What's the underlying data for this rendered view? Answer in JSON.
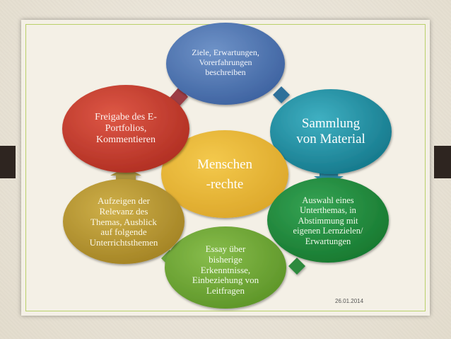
{
  "colors": {
    "blue": "#4d73ad",
    "teal": "#1f8da0",
    "center": "#e7b533",
    "green": "#1f8a3c",
    "lightgreen": "#6ea433",
    "gold": "#b7962f",
    "red": "#c43a2c",
    "arrow_blue": "#2f6f9a",
    "arrow_teal": "#2a86a0",
    "arrow_green": "#2d8a3c",
    "arrow_lgreen": "#69a33a",
    "arrow_gold": "#a7903c",
    "arrow_red": "#9c3c44",
    "frame_line": "#b9d06a",
    "slide_bg": "#f4f0e6"
  },
  "diagram": {
    "center_label": "Menschen\n-rechte",
    "nodes": [
      {
        "id": "ziele",
        "label": "Ziele, Erwartungen,\nVorerfahrungen\nbeschreiben"
      },
      {
        "id": "sammlung",
        "label": "Sammlung\nvon Material"
      },
      {
        "id": "auswahl",
        "label": "Auswahl eines\nUnterthemas, in\nAbstimmung mit\neigenen Lernzielen/\nErwartungen"
      },
      {
        "id": "essay",
        "label": "Essay über\nbisherige\nErkenntnisse,\nEinbeziehung von\nLeitfragen"
      },
      {
        "id": "aufzeigen",
        "label": "Aufzeigen der\nRelevanz des\nThemas, Ausblick\nauf folgende\nUnterrichtsthemen"
      },
      {
        "id": "freigabe",
        "label": "Freigabe des E-\nPortfolios,\nKommentieren"
      }
    ]
  },
  "footer": {
    "date": "26.01.2014"
  }
}
